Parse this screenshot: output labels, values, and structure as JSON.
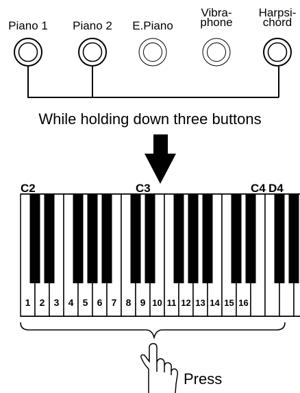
{
  "buttons": [
    {
      "label": "Piano 1",
      "held": true
    },
    {
      "label": "Piano 2",
      "held": true
    },
    {
      "label": "E.Piano",
      "held": false
    },
    {
      "label": "Vibra-\nphone",
      "held": false
    },
    {
      "label": "Harpsi-\nchord",
      "held": true
    }
  ],
  "instruction": "While holding down three buttons",
  "octave_labels": [
    "C2",
    "C3",
    "C4",
    "D4"
  ],
  "key_numbers": [
    "1",
    "2",
    "3",
    "4",
    "5",
    "6",
    "7",
    "8",
    "9",
    "10",
    "11",
    "12",
    "13",
    "14",
    "15",
    "16"
  ],
  "press_label": "Press",
  "icons": {
    "arrow": "down-arrow-icon",
    "hand": "pointing-hand-icon"
  }
}
